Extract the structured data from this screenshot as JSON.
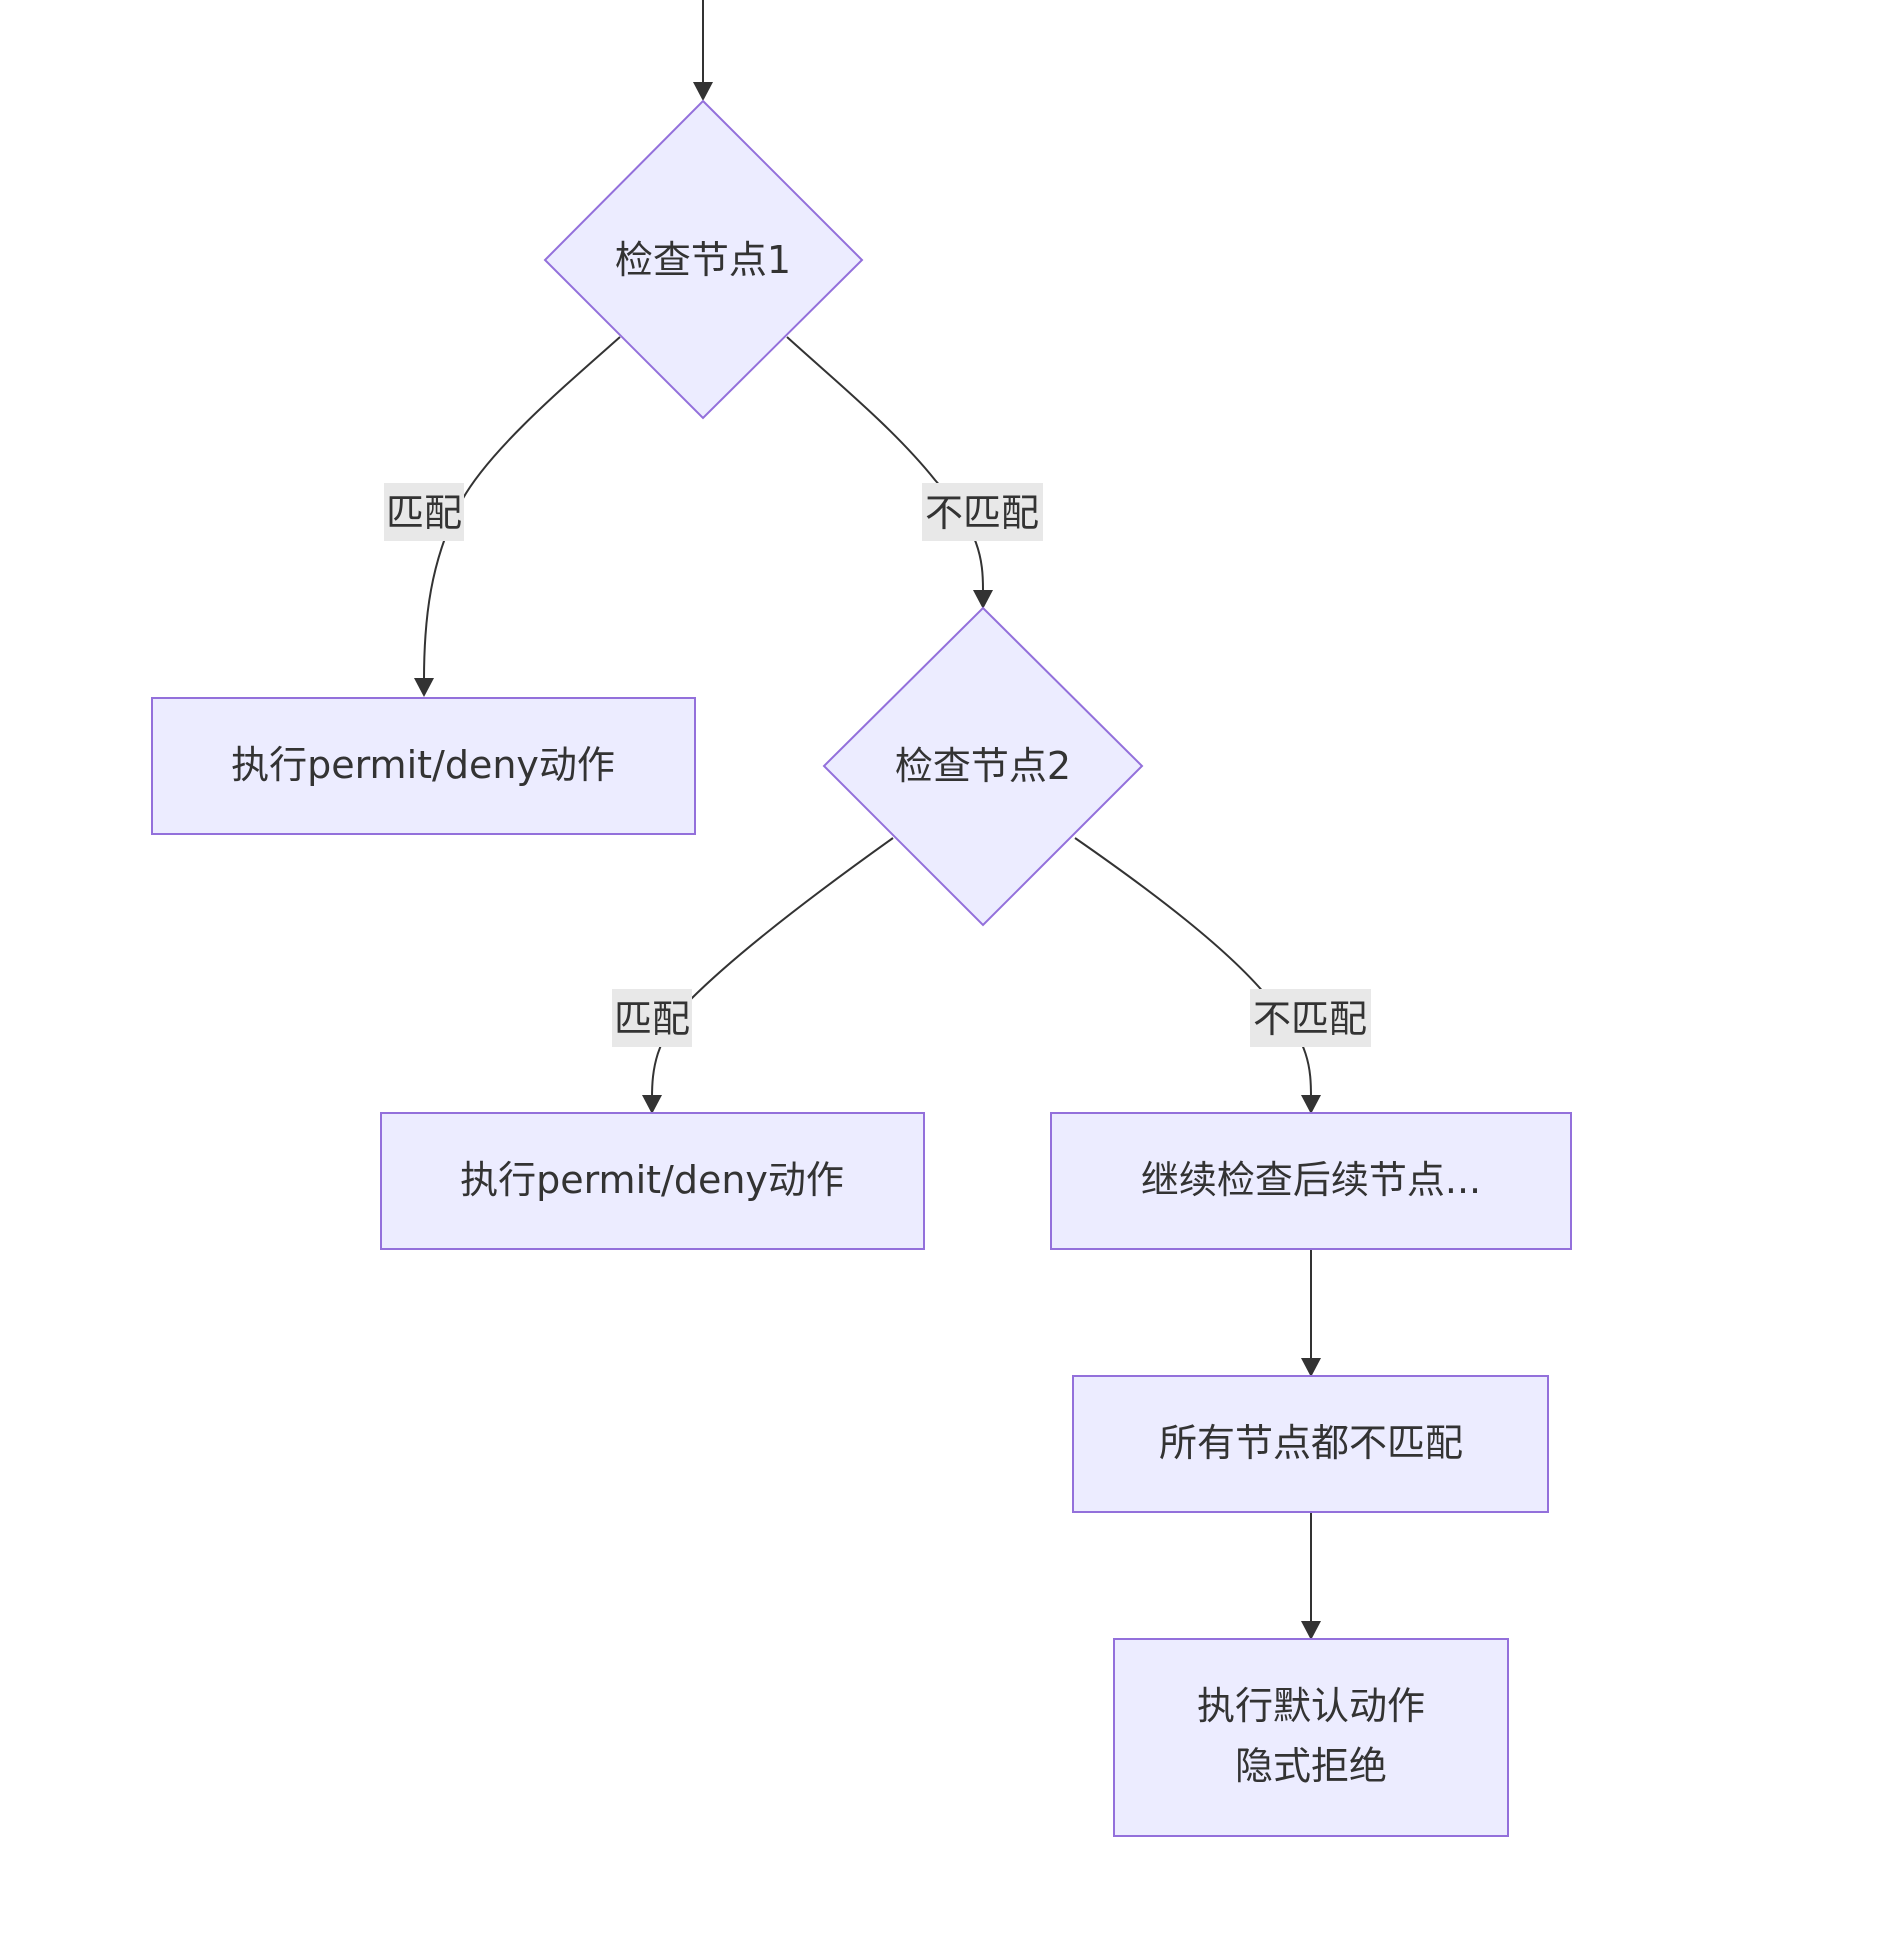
{
  "colors": {
    "node_fill": "#ececff",
    "node_stroke": "#9370db",
    "edge": "#333333",
    "edge_label_bg": "#e8e8e8",
    "text": "#333333"
  },
  "nodes": {
    "check1": {
      "label": "检查节点1"
    },
    "action1": {
      "label": "执行permit/deny动作"
    },
    "check2": {
      "label": "检查节点2"
    },
    "action2": {
      "label": "执行permit/deny动作"
    },
    "continue": {
      "label": "继续检查后续节点..."
    },
    "all_nomatch": {
      "label": "所有节点都不匹配"
    },
    "default": {
      "line1": "执行默认动作",
      "line2": "隐式拒绝"
    }
  },
  "edges": {
    "e1_match": {
      "label": "匹配"
    },
    "e1_nomatch": {
      "label": "不匹配"
    },
    "e2_match": {
      "label": "匹配"
    },
    "e2_nomatch": {
      "label": "不匹配"
    }
  }
}
